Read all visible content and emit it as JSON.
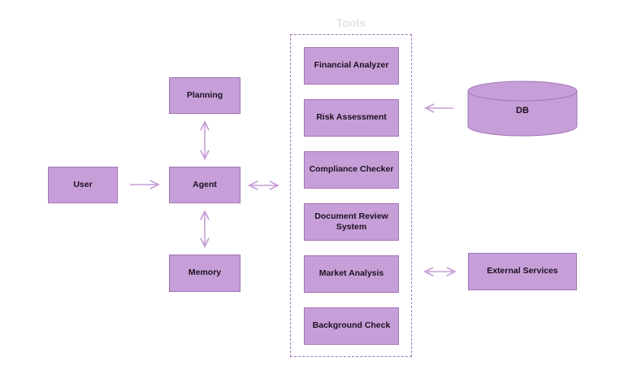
{
  "colors": {
    "node_fill": "#c79fd8",
    "node_stroke": "#a275b8",
    "arrow": "#c79fd8",
    "title": "#e4e4e4"
  },
  "nodes": {
    "user": "User",
    "agent": "Agent",
    "planning": "Planning",
    "memory": "Memory",
    "db": "DB",
    "external_services": "External Services"
  },
  "tools": {
    "title": "Tools",
    "items": [
      "Financial Analyzer",
      "Risk Assessment",
      "Compliance Checker",
      "Document Review System",
      "Market Analysis",
      "Background Check"
    ]
  }
}
